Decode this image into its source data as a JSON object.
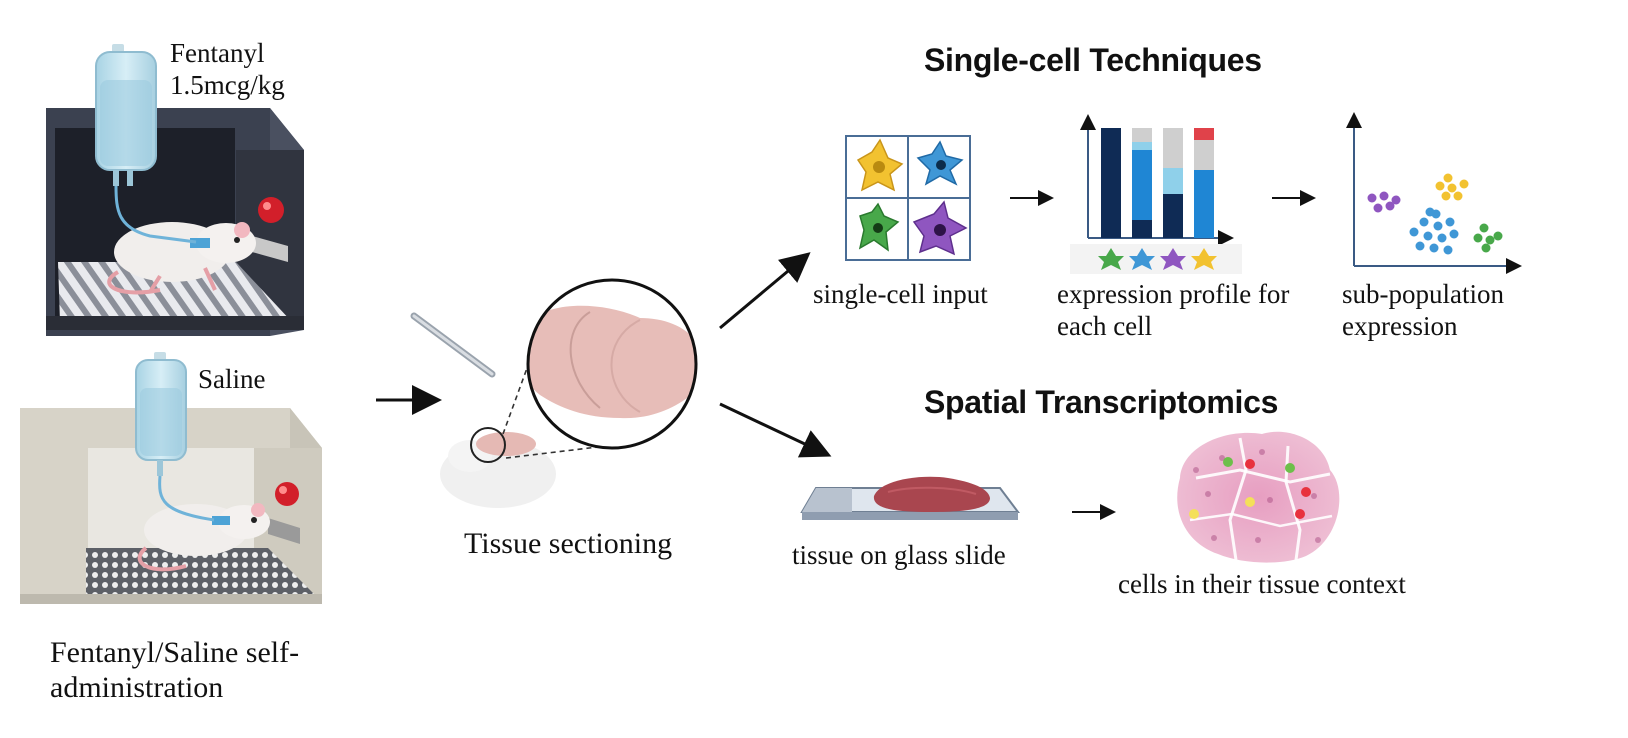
{
  "labels": {
    "fentanyl_dose_line1": "Fentanyl",
    "fentanyl_dose_line2": "1.5mcg/kg",
    "saline": "Saline",
    "self_admin_line1": "Fentanyl/Saline self-",
    "self_admin_line2": "administration",
    "tissue_sectioning": "Tissue sectioning",
    "single_cell_heading": "Single-cell Techniques",
    "single_cell_input": "single-cell input",
    "expression_profile_line1": "expression profile for",
    "expression_profile_line2": "each cell",
    "subpopulation_line1": "sub-population",
    "subpopulation_line2": "expression",
    "spatial_heading": "Spatial Transcriptomics",
    "tissue_on_slide": "tissue on glass slide",
    "cells_in_context": "cells in their tissue context"
  },
  "colors": {
    "fentanyl_chamber": "#3b4150",
    "saline_chamber": "#c9c6bb",
    "iv_bag": "#bfe0ec",
    "cell_yellow": "#f2c230",
    "cell_blue": "#3f97d6",
    "cell_green": "#48a84a",
    "cell_purple": "#8f56c0",
    "bar_navy": "#0f2b55",
    "bar_blue": "#1f86d4",
    "bar_light": "#8fd0ea",
    "bar_gray": "#cfcfcf",
    "bar_red": "#e0424a",
    "tissue_pink": "#e9b3c8",
    "brain_pink": "#e7bdb8"
  },
  "icons": [
    "iv-bag-icon",
    "rat-icon",
    "lever-icon",
    "red-light-icon",
    "scalpel-icon",
    "mouse-icon",
    "brain-icon",
    "magnifier-circle-icon",
    "cell-icon",
    "glass-slide-icon",
    "tissue-section-icon",
    "arrow-icon"
  ]
}
